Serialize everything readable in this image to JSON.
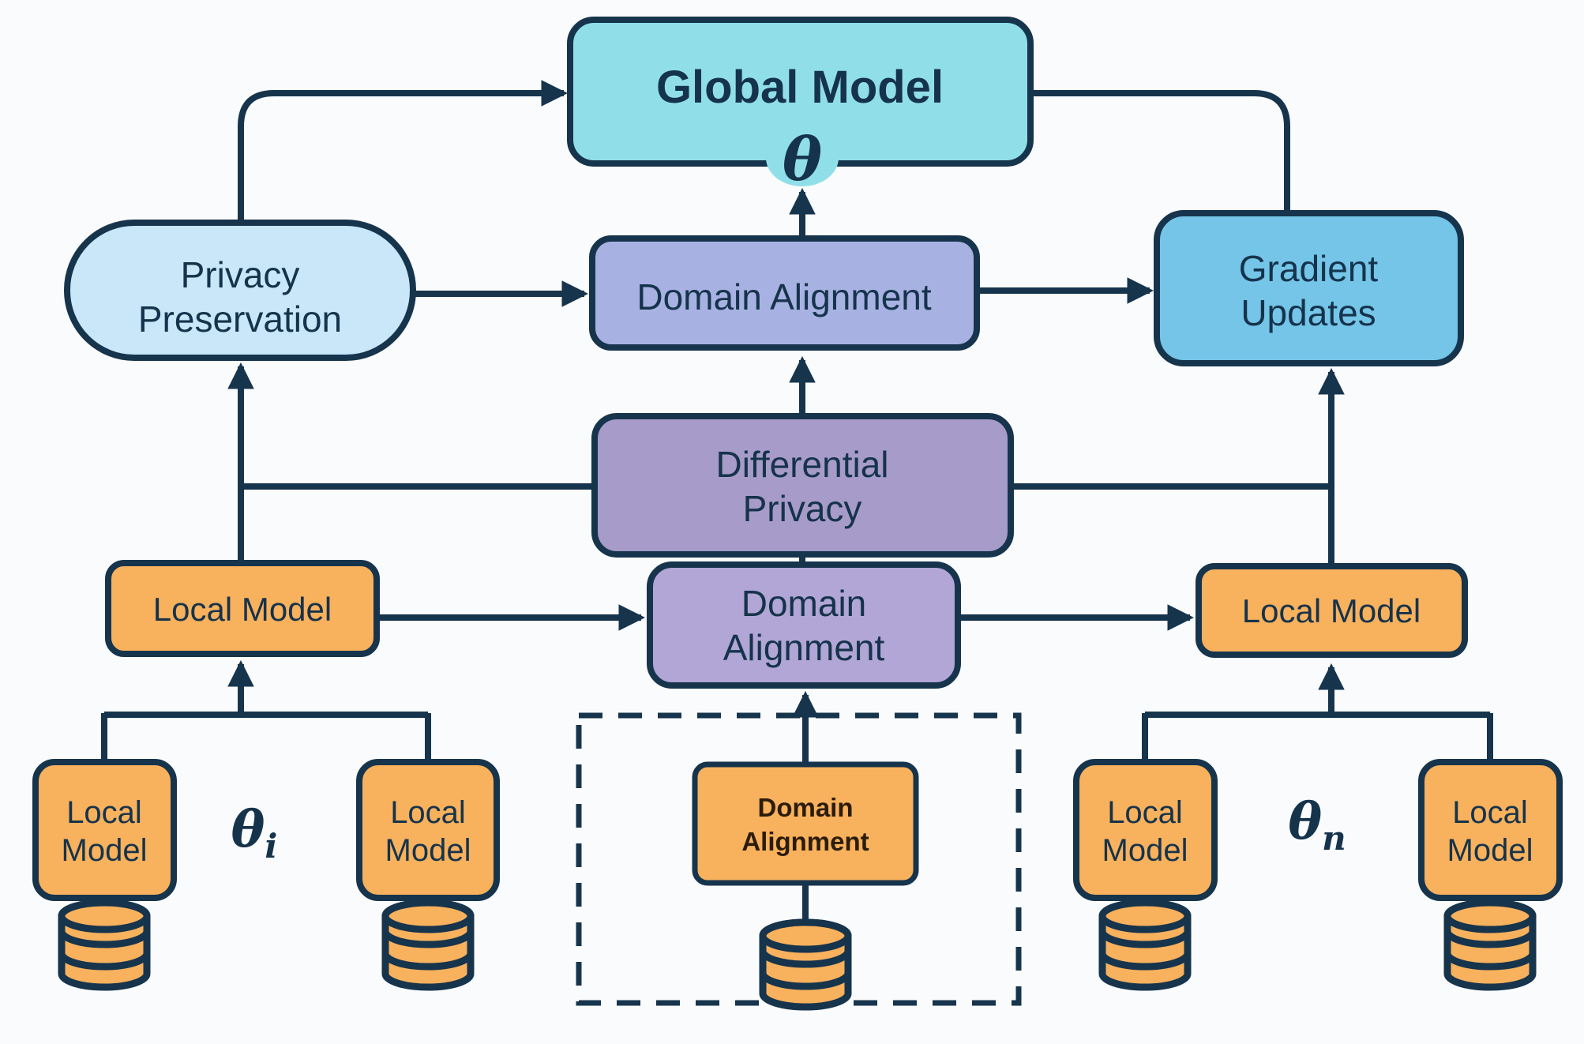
{
  "colors": {
    "bg": "#fafbfc",
    "line": "#17344d",
    "text": "#16334c",
    "cyan": "#90dfe8",
    "light_blue": "#c9e7f9",
    "periwinkle": "#a8b2e2",
    "blue": "#74c5e8",
    "purple": "#a79bc9",
    "lavender": "#b1a6d6",
    "orange": "#f8b15c",
    "orange_text": "#2b1c0c"
  },
  "nodes": {
    "global_model": {
      "label": "Global Model"
    },
    "privacy_preservation": {
      "line1": "Privacy",
      "line2": "Preservation"
    },
    "domain_alignment_upper": {
      "label": "Domain Alignment"
    },
    "gradient_updates": {
      "line1": "Gradient",
      "line2": "Updates"
    },
    "differential_privacy": {
      "line1": "Differential",
      "line2": "Privacy"
    },
    "domain_alignment_mid": {
      "line1": "Domain",
      "line2": "Alignment"
    },
    "local_model_left": {
      "label": "Local Model"
    },
    "local_model_right": {
      "label": "Local Model"
    },
    "domain_alignment_client": {
      "line1": "Domain",
      "line2": "Alignment"
    },
    "client_model": {
      "line1": "Local",
      "line2": "Model"
    }
  },
  "symbols": {
    "theta": "θ",
    "theta_i": {
      "base": "θ",
      "sub": "i"
    },
    "theta_n": {
      "base": "θ",
      "sub": "n"
    }
  }
}
